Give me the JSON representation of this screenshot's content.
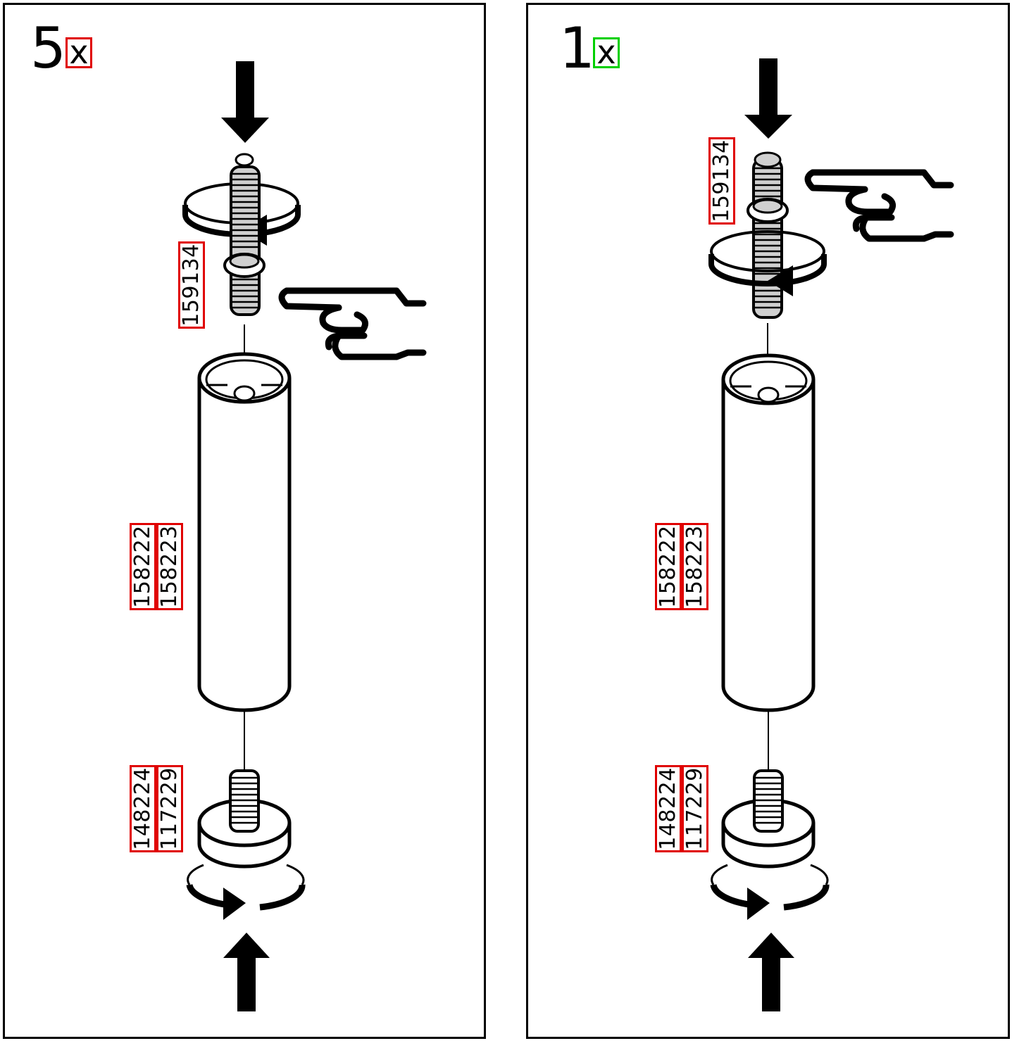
{
  "panels": [
    {
      "quantity": "5",
      "x_mark": "x",
      "x_mark_color": "#e00000",
      "part_numbers": {
        "screw": "159134",
        "leg_a": "158222",
        "leg_b": "158223",
        "foot_a": "148224",
        "foot_b": "117229"
      }
    },
    {
      "quantity": "1",
      "x_mark": "x",
      "x_mark_color": "#00d000",
      "part_numbers": {
        "screw": "159134",
        "leg_a": "158222",
        "leg_b": "158223",
        "foot_a": "148224",
        "foot_b": "117229"
      }
    }
  ],
  "icons": [
    "arrow-down-icon",
    "rotate-icon",
    "pointing-hand-icon",
    "arrow-up-icon"
  ],
  "colors": {
    "label_border": "#e00000",
    "line": "#000000",
    "thread_fill": "#d0d0d0"
  }
}
